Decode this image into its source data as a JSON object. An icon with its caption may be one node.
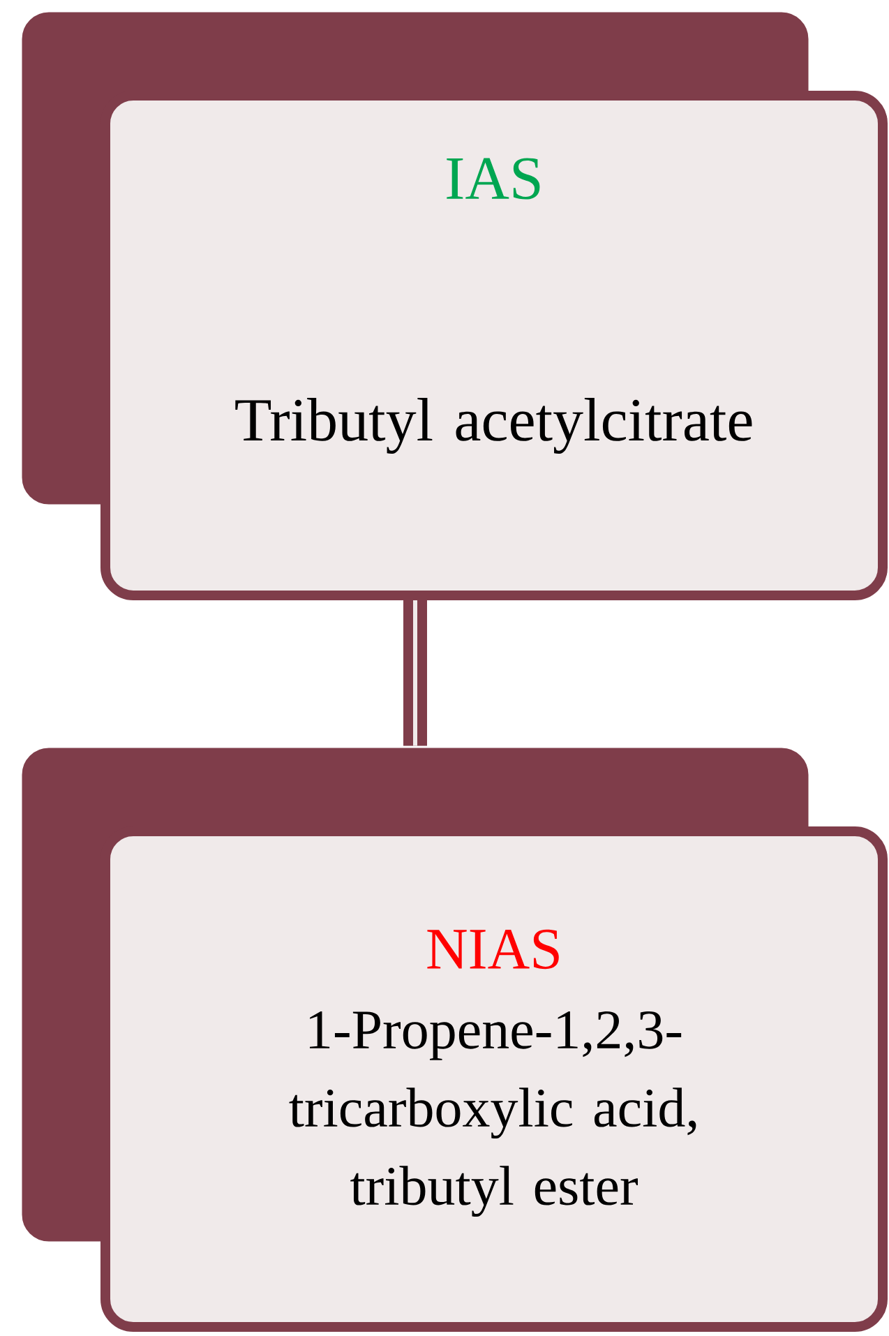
{
  "diagram": {
    "nodes": [
      {
        "text": [],
        "shape": "box"
      },
      {
        "text": [
          "IAS",
          "Tributyl acetylcitrate"
        ]
      },
      {
        "text": [],
        "shape": "box"
      },
      {
        "text": [
          "NIAS",
          "1-Propene-1,2,3-tricarboxylic acid, tributyl ester"
        ]
      }
    ],
    "edges": [
      {
        "from": 1,
        "to": 2,
        "arrow": "none"
      }
    ]
  }
}
